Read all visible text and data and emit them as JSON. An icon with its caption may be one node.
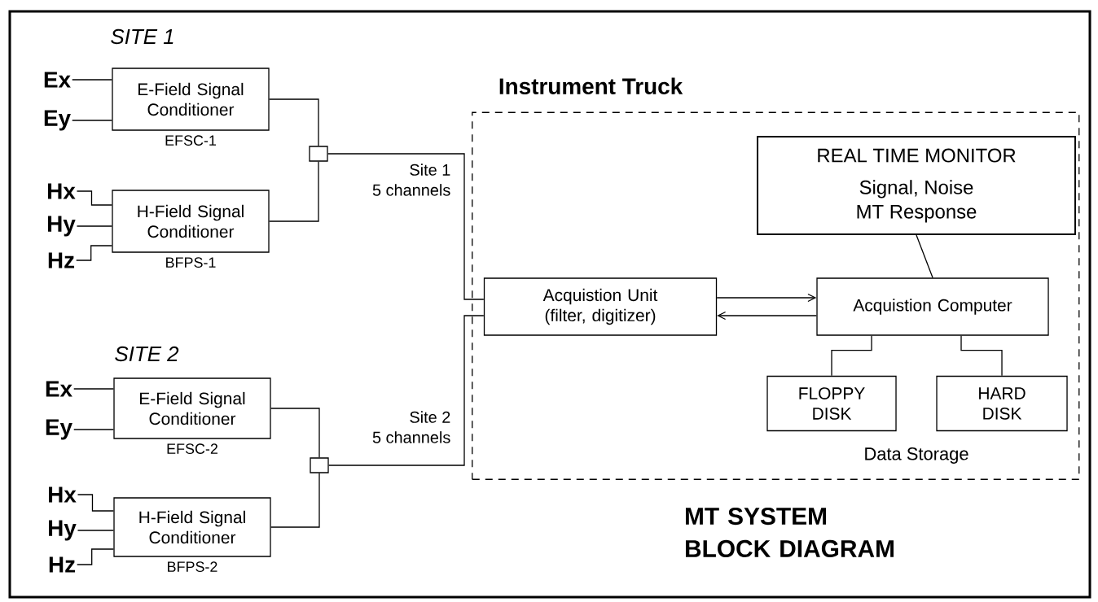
{
  "diagram": {
    "title": "MT SYSTEM BLOCK DIAGRAM",
    "nodes": [
      {
        "text": [
          "Ex"
        ]
      },
      {
        "text": [
          "Ey"
        ]
      },
      {
        "text": [
          "E-Field Signal Conditioner"
        ],
        "beside": [
          "EFSC-1"
        ]
      },
      {
        "text": [
          "Hx"
        ]
      },
      {
        "text": [
          "Hy"
        ]
      },
      {
        "text": [
          "Hz"
        ]
      },
      {
        "text": [
          "H-Field Signal Conditioner"
        ],
        "beside": [
          "BFPS-1"
        ]
      },
      {
        "text": [],
        "shape": "box"
      },
      {
        "text": [
          "Ex"
        ]
      },
      {
        "text": [
          "Ey"
        ]
      },
      {
        "text": [
          "E-Field Signal Conditioner"
        ],
        "beside": [
          "EFSC-2"
        ]
      },
      {
        "text": [
          "Hx"
        ]
      },
      {
        "text": [
          "Hy"
        ]
      },
      {
        "text": [
          "Hz"
        ]
      },
      {
        "text": [
          "H-Field Signal Conditioner"
        ],
        "beside": [
          "BFPS-2"
        ]
      },
      {
        "text": [],
        "shape": "box"
      },
      {
        "text": [
          "Instrument Truck"
        ]
      },
      {
        "text": [
          "Acquistion Unit (filter, digitizer)"
        ],
        "in": 16
      },
      {
        "text": [
          "REAL TIME MONITOR",
          "Signal, Noise MT Response"
        ],
        "in": 16
      },
      {
        "text": [
          "Acquistion Computer"
        ],
        "in": 16
      },
      {
        "text": [
          "FLOPPY DISK"
        ],
        "in": 16
      },
      {
        "text": [
          "HARD DISK"
        ],
        "in": 16
      }
    ],
    "edges": [
      {
        "from": 0,
        "to": 2,
        "arrow": "none"
      },
      {
        "from": 1,
        "to": 2,
        "arrow": "none"
      },
      {
        "from": 3,
        "to": 6,
        "arrow": "none"
      },
      {
        "from": 4,
        "to": 6,
        "arrow": "none"
      },
      {
        "from": 5,
        "to": 6,
        "arrow": "none"
      },
      {
        "from": 2,
        "to": 7,
        "arrow": "none"
      },
      {
        "from": 6,
        "to": 7,
        "arrow": "none"
      },
      {
        "from": 7,
        "to": 17,
        "arrow": "none",
        "label": "Site 1 5 channels"
      },
      {
        "from": 8,
        "to": 10,
        "arrow": "none"
      },
      {
        "from": 9,
        "to": 10,
        "arrow": "none"
      },
      {
        "from": 11,
        "to": 14,
        "arrow": "none"
      },
      {
        "from": 12,
        "to": 14,
        "arrow": "none"
      },
      {
        "from": 13,
        "to": 14,
        "arrow": "none"
      },
      {
        "from": 10,
        "to": 15,
        "arrow": "none"
      },
      {
        "from": 14,
        "to": 15,
        "arrow": "none"
      },
      {
        "from": 15,
        "to": 17,
        "arrow": "none",
        "label": "Site 2 5 channels"
      },
      {
        "from": 17,
        "to": 19,
        "arrow": "to"
      },
      {
        "from": 19,
        "to": 17,
        "arrow": "to"
      },
      {
        "from": 18,
        "to": 19,
        "arrow": "none"
      },
      {
        "from": 19,
        "to": 20,
        "arrow": "none"
      },
      {
        "from": 19,
        "to": 21,
        "arrow": "none"
      }
    ],
    "labels": [
      "SITE 1",
      "SITE 2",
      "Data Storage"
    ]
  }
}
